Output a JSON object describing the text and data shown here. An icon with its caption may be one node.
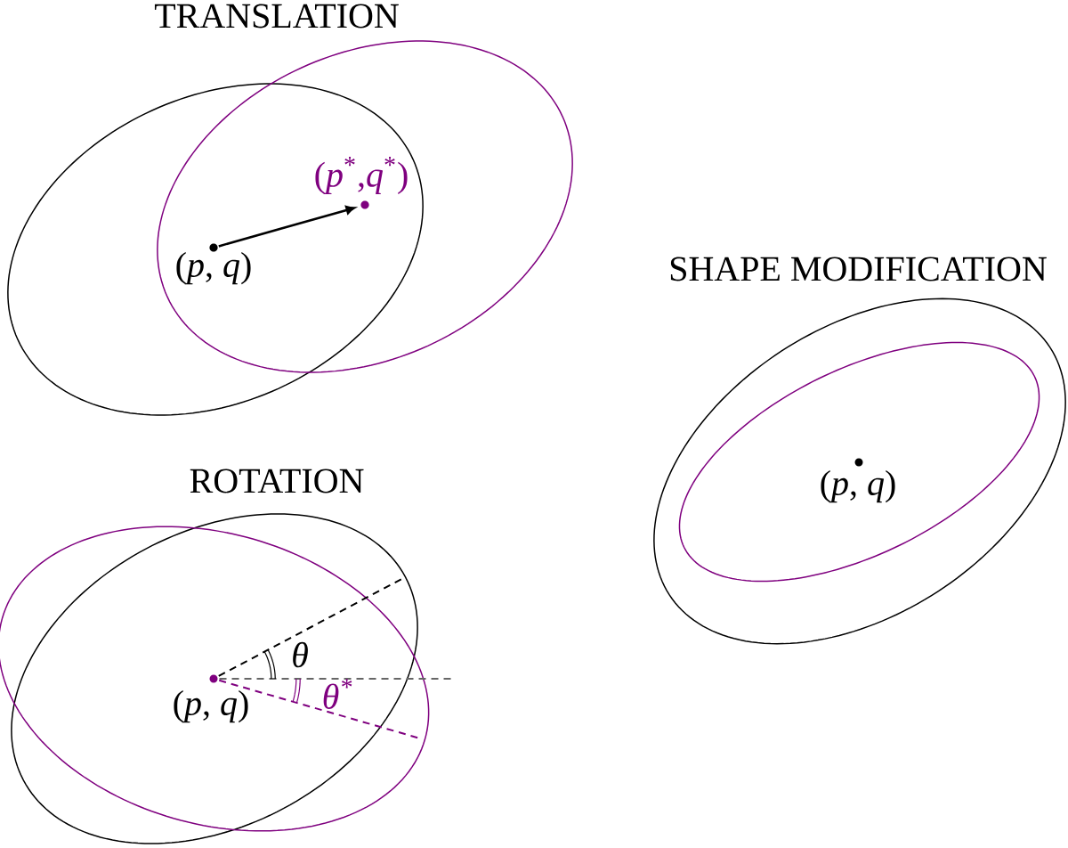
{
  "diagram": {
    "nodes": [
      {
        "text": [],
        "shape": "circle",
        "beside": [
          "(*p*$^{*}$,*q*$^{*}$)"
        ]
      },
      {
        "text": [],
        "shape": "circle",
        "beside": [
          "(*p*, *q*)"
        ]
      }
    ],
    "edges": [
      {
        "from": 1,
        "to": 0,
        "arrow": "to"
      }
    ],
    "labels": [
      "TRANSLATION",
      "SHAPE MODIFICATION",
      "ROTATION",
      "(*p*, *q*)",
      "θ",
      "(*p*, *q*)",
      "θ$^{*}$"
    ]
  }
}
